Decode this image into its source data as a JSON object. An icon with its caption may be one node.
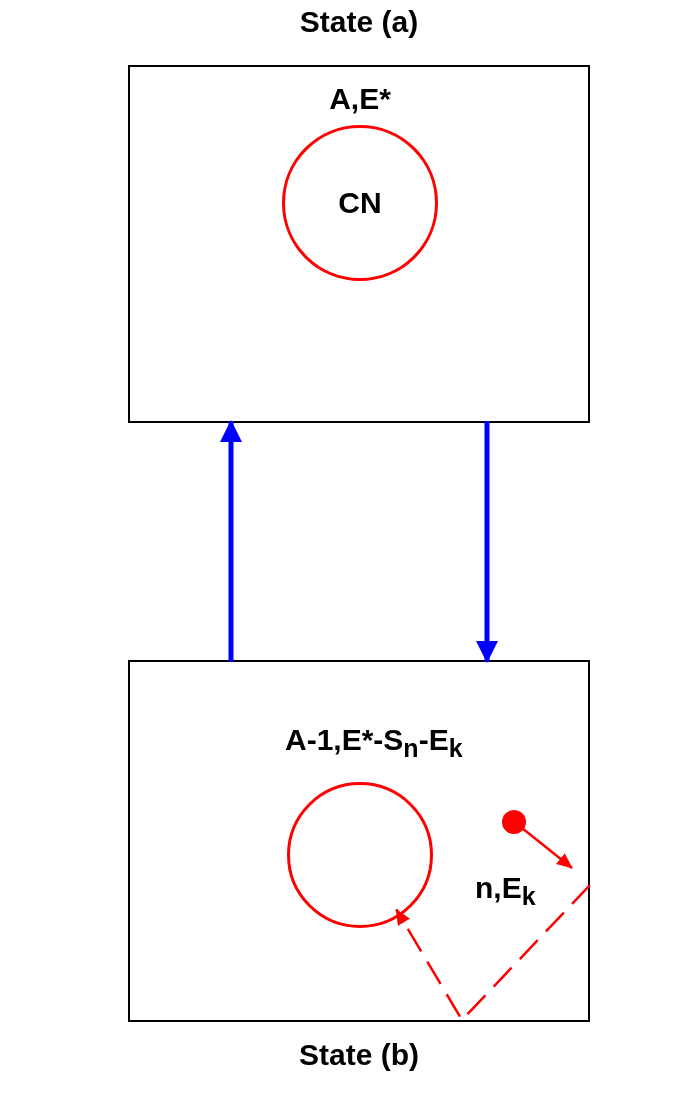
{
  "diagram": {
    "nodes": [
      {
        "text": [
          "State (a)"
        ]
      },
      {
        "text": [
          "A,E*",
          "CN"
        ],
        "in": 0
      },
      {
        "text": [
          "State (b)"
        ]
      },
      {
        "text": [
          "A-1,E*-S$_{n}$-E$_{k}$"
        ],
        "in": 2
      },
      {
        "text": [],
        "shape": "circle",
        "in": 2,
        "beside": [
          "n,E$_{k}$"
        ]
      }
    ],
    "edges": [
      {
        "from": 2,
        "to": 0,
        "arrow": "to",
        "color": "#0000ff",
        "style": "thick"
      },
      {
        "from": 0,
        "to": 2,
        "arrow": "to",
        "color": "#0000ff",
        "style": "thick"
      },
      {
        "from": 4,
        "to": null,
        "arrow": "to",
        "color": "#ff0000"
      },
      {
        "from": null,
        "to": 3,
        "arrow": "to",
        "color": "#ff0000",
        "style": "dashed"
      }
    ]
  }
}
